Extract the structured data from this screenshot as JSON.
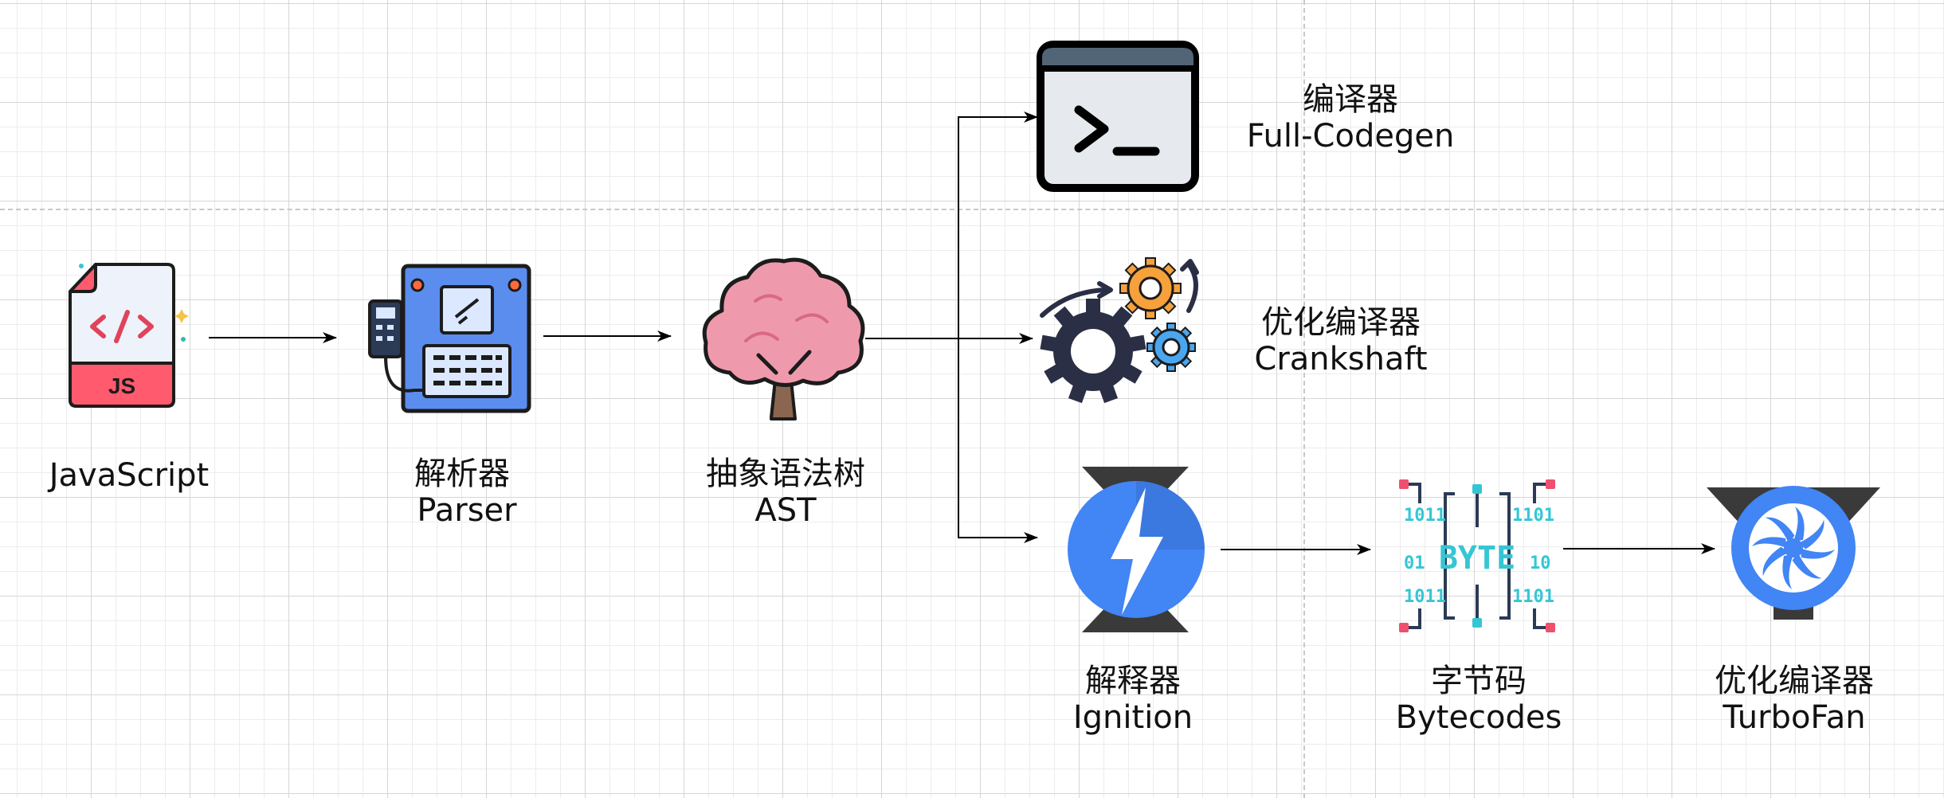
{
  "nodes": {
    "javascript": {
      "lines": [
        "JavaScript"
      ]
    },
    "parser": {
      "lines": [
        "解析器",
        "Parser"
      ]
    },
    "ast": {
      "lines": [
        "抽象语法树",
        "AST"
      ]
    },
    "full_codegen": {
      "lines": [
        "编译器",
        "Full-Codegen"
      ]
    },
    "crankshaft": {
      "lines": [
        "优化编译器",
        "Crankshaft"
      ]
    },
    "ignition": {
      "lines": [
        "解释器",
        "Ignition"
      ]
    },
    "bytecodes": {
      "lines": [
        "字节码",
        "Bytecodes"
      ]
    },
    "turbofan": {
      "lines": [
        "优化编译器",
        "TurboFan"
      ]
    }
  },
  "icons": {
    "javascript": "js-file-icon",
    "parser": "parser-machine-icon",
    "ast": "tree-icon",
    "full_codegen": "terminal-icon",
    "crankshaft": "gears-icon",
    "ignition": "ignition-logo-icon",
    "bytecodes": "byte-chip-icon",
    "turbofan": "turbofan-logo-icon"
  },
  "icon_text": {
    "js_badge": "JS",
    "byte_center": "BYTE"
  },
  "colors": {
    "js_red": "#ff5a6e",
    "parser_blue": "#5b8def",
    "tree_pink": "#ef9aac",
    "ignition_blue": "#4285f4",
    "byte_cyan": "#35c6d4",
    "byte_red": "#f0506e",
    "gear_orange": "#f6a13c",
    "gear_navy": "#2b2f45",
    "arrow": "#000000"
  }
}
